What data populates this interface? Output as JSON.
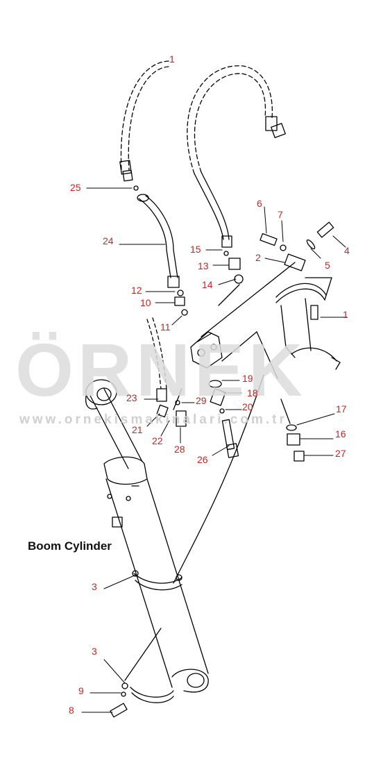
{
  "title": "Boom Cylinder",
  "watermark": {
    "brand": "ÖRNEK",
    "url": "www.ornekismakinalari.com.tr"
  },
  "colors": {
    "label": "#cc2222",
    "line": "#000000",
    "watermark": "#d9d9d9",
    "background": "#ffffff"
  },
  "callouts": [
    {
      "id": "c1a",
      "text": "1"
    },
    {
      "id": "c25",
      "text": "25"
    },
    {
      "id": "c24",
      "text": "24"
    },
    {
      "id": "c6",
      "text": "6"
    },
    {
      "id": "c7",
      "text": "7"
    },
    {
      "id": "c4",
      "text": "4"
    },
    {
      "id": "c15",
      "text": "15"
    },
    {
      "id": "c2",
      "text": "2"
    },
    {
      "id": "c5",
      "text": "5"
    },
    {
      "id": "c13",
      "text": "13"
    },
    {
      "id": "c14",
      "text": "14"
    },
    {
      "id": "c12",
      "text": "12"
    },
    {
      "id": "c10",
      "text": "10"
    },
    {
      "id": "c1b",
      "text": "1"
    },
    {
      "id": "c11",
      "text": "11"
    },
    {
      "id": "c19",
      "text": "19"
    },
    {
      "id": "c23",
      "text": "23"
    },
    {
      "id": "c18",
      "text": "18"
    },
    {
      "id": "c29",
      "text": "29"
    },
    {
      "id": "c20",
      "text": "20"
    },
    {
      "id": "c17",
      "text": "17"
    },
    {
      "id": "c21",
      "text": "21"
    },
    {
      "id": "c22",
      "text": "22"
    },
    {
      "id": "c16",
      "text": "16"
    },
    {
      "id": "c28",
      "text": "28"
    },
    {
      "id": "c27",
      "text": "27"
    },
    {
      "id": "c26",
      "text": "26"
    },
    {
      "id": "c3a",
      "text": "3"
    },
    {
      "id": "c3b",
      "text": "3"
    },
    {
      "id": "c9",
      "text": "9"
    },
    {
      "id": "c8",
      "text": "8"
    }
  ]
}
